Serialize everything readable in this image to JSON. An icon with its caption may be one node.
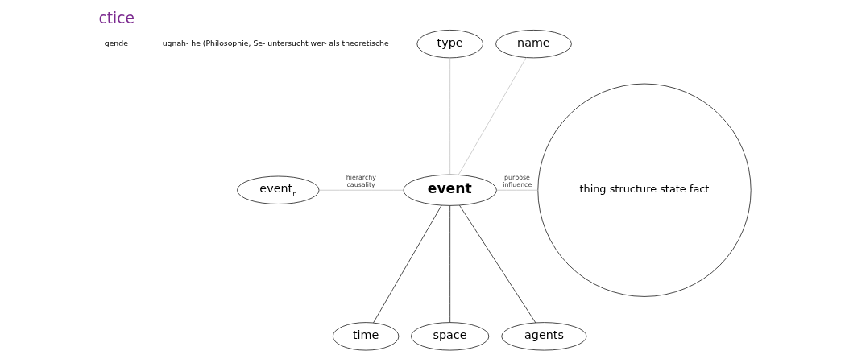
{
  "diagram": {
    "title": "ctice",
    "nodes": [
      {
        "text": [
          "type"
        ]
      },
      {
        "text": [
          "name"
        ]
      },
      {
        "text": [
          "event$_{n}$"
        ]
      },
      {
        "text": [
          "event"
        ]
      },
      {
        "text": [
          "thing structure state fact"
        ]
      },
      {
        "text": [
          "time"
        ]
      },
      {
        "text": [
          "space"
        ]
      },
      {
        "text": [
          "agents"
        ]
      }
    ],
    "edges": [
      {
        "from": 0,
        "to": 3,
        "arrow": "none"
      },
      {
        "from": 1,
        "to": 3,
        "arrow": "none"
      },
      {
        "from": 2,
        "to": 3,
        "arrow": "none",
        "label": "hierarchy causality"
      },
      {
        "from": 3,
        "to": 4,
        "arrow": "none",
        "label": "purpose influence"
      },
      {
        "from": 3,
        "to": 5,
        "arrow": "none",
        "color": "#000000"
      },
      {
        "from": 3,
        "to": 6,
        "arrow": "none",
        "color": "#000000"
      },
      {
        "from": 3,
        "to": 7,
        "arrow": "none",
        "color": "#000000"
      }
    ],
    "labels": [
      "gende",
      "ugnah- he (Philosophie, Se- untersucht wer- als theoretische"
    ]
  }
}
